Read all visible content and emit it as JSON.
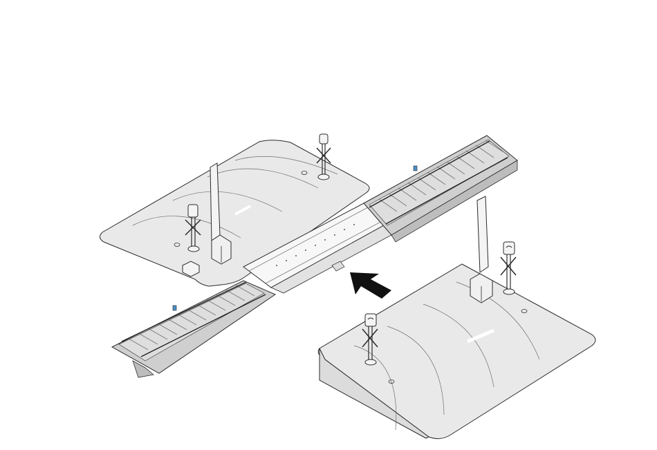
{
  "diagram": {
    "colors": {
      "background": "#ffffff",
      "platform_fill": "#e9e9e9",
      "platform_stroke": "#2a2a2a",
      "track_fill": "#cfcfcf",
      "tie_fill": "#a9a9a9",
      "rail_fill": "#f2f2f2",
      "crossing_fill": "#f7f7f7",
      "arrow_fill": "#111111",
      "accent_blue": "#4a90c8"
    },
    "icons": {
      "direction": "arrow-icon",
      "signal": "crossing-signal-icon",
      "barrier": "barrier-gate-icon"
    },
    "parts": [
      {
        "name": "track-left",
        "shape": "straight-track-segment"
      },
      {
        "name": "track-right",
        "shape": "straight-track-segment"
      },
      {
        "name": "crossing-insert",
        "shape": "level-crossing-insert"
      },
      {
        "name": "platform-back",
        "shape": "road-ramp"
      },
      {
        "name": "platform-front",
        "shape": "road-ramp"
      },
      {
        "name": "signals",
        "count": 4
      },
      {
        "name": "barriers",
        "count": 2
      },
      {
        "name": "direction-arrow",
        "count": 1
      }
    ]
  }
}
